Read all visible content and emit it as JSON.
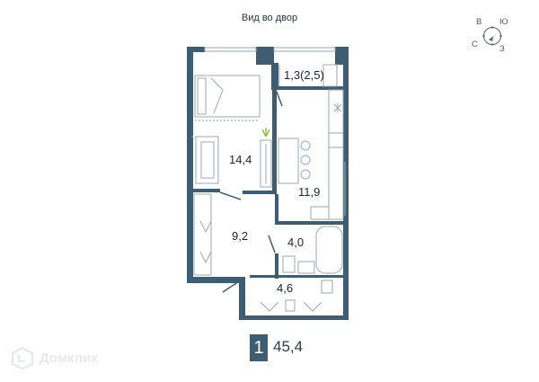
{
  "caption": "Вид во двор",
  "compass": {
    "n": "С",
    "s": "Ю",
    "e": "В",
    "w": "З"
  },
  "rooms": [
    {
      "id": "bedroom",
      "area": "14,4"
    },
    {
      "id": "balcony",
      "area": "1,3(2,5)"
    },
    {
      "id": "kitchen",
      "area": "11,9"
    },
    {
      "id": "hall",
      "area": "9,2"
    },
    {
      "id": "bathroom",
      "area": "4,0"
    },
    {
      "id": "corridor",
      "area": "4,6"
    }
  ],
  "summary": {
    "rooms_count": "1",
    "total_area": "45,4"
  },
  "watermark": {
    "brand": "Домклик"
  },
  "colors": {
    "wall": "#3f5d72",
    "outline": "#9aa9b5",
    "watermark": "#e6e9ed"
  }
}
